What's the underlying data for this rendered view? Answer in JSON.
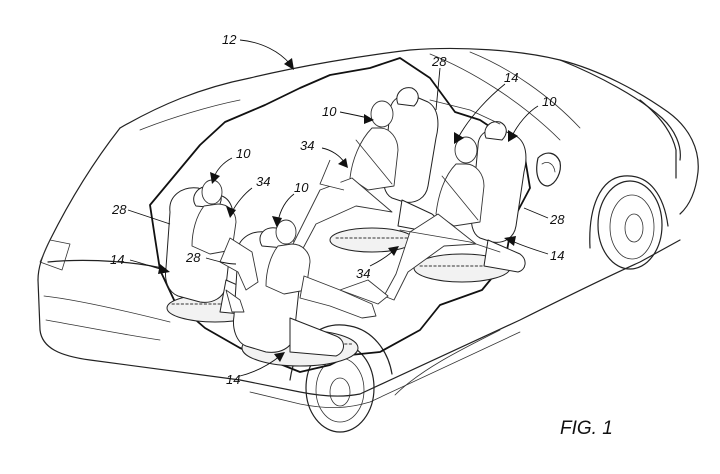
{
  "figure": {
    "caption": "FIG. 1",
    "reference_numerals": {
      "vehicle": "12",
      "occupant_front_driver": "10",
      "occupant_front_passenger": "10",
      "occupant_rear_left": "10",
      "occupant_rear_right": "10",
      "seat_front_left": "28",
      "seat_rear_left": "28",
      "seat_rear_center": "28",
      "seat_front_right": "28",
      "floor_left": "14",
      "floor_right": "14",
      "floor_center": "14",
      "floor_top": "14",
      "space_a": "34",
      "space_b": "34",
      "space_c": "34"
    }
  }
}
